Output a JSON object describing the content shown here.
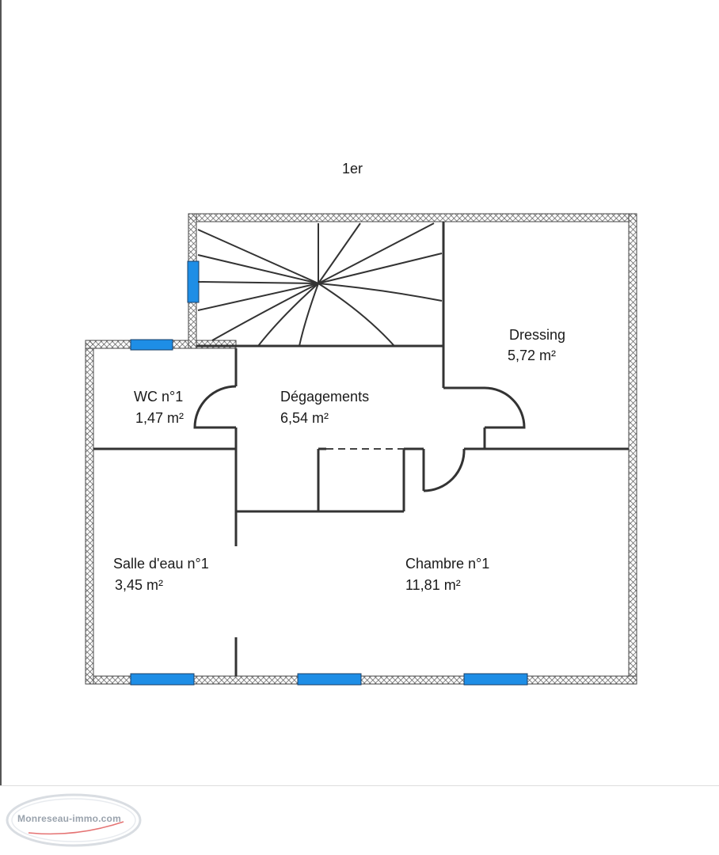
{
  "floor_label": "1er",
  "rooms": [
    {
      "name": "Dressing",
      "area": "5,72  m²"
    },
    {
      "name": "WC n°1",
      "area": "1,47  m²"
    },
    {
      "name": "Dégagements",
      "area": "6,54  m²"
    },
    {
      "name": "Salle d'eau n°1",
      "area": "3,45  m²"
    },
    {
      "name": "Chambre n°1",
      "area": "11,81  m²"
    }
  ],
  "logo": {
    "text": "Monreseau-immo.com"
  },
  "colors": {
    "wall_hatch": "#555555",
    "window": "#1e8ee6",
    "line": "#333333"
  }
}
